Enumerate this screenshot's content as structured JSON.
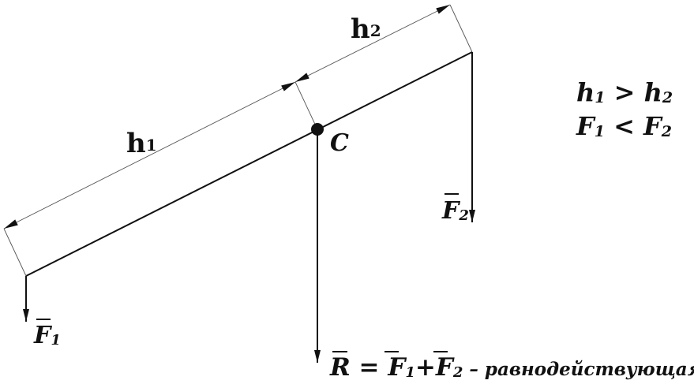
{
  "labels": {
    "h1": "h",
    "h1_sub": "1",
    "h2": "h",
    "h2_sub": "2",
    "point_c": "C",
    "f1": "F",
    "f1_sub": "1",
    "f2": "F",
    "f2_sub": "2",
    "relations": {
      "line1": {
        "a": "h",
        "a_sub": "1",
        "op": " > ",
        "b": "h",
        "b_sub": "2"
      },
      "line2": {
        "a": "F",
        "a_sub": "1",
        "op": " < ",
        "b": "F",
        "b_sub": "2"
      }
    },
    "equation": {
      "r": "R",
      "eq": " = ",
      "f1": "F",
      "f1_sub": "1",
      "plus": "+",
      "f2": "F",
      "f2_sub": "2",
      "desc": " – равнодействующая"
    }
  }
}
